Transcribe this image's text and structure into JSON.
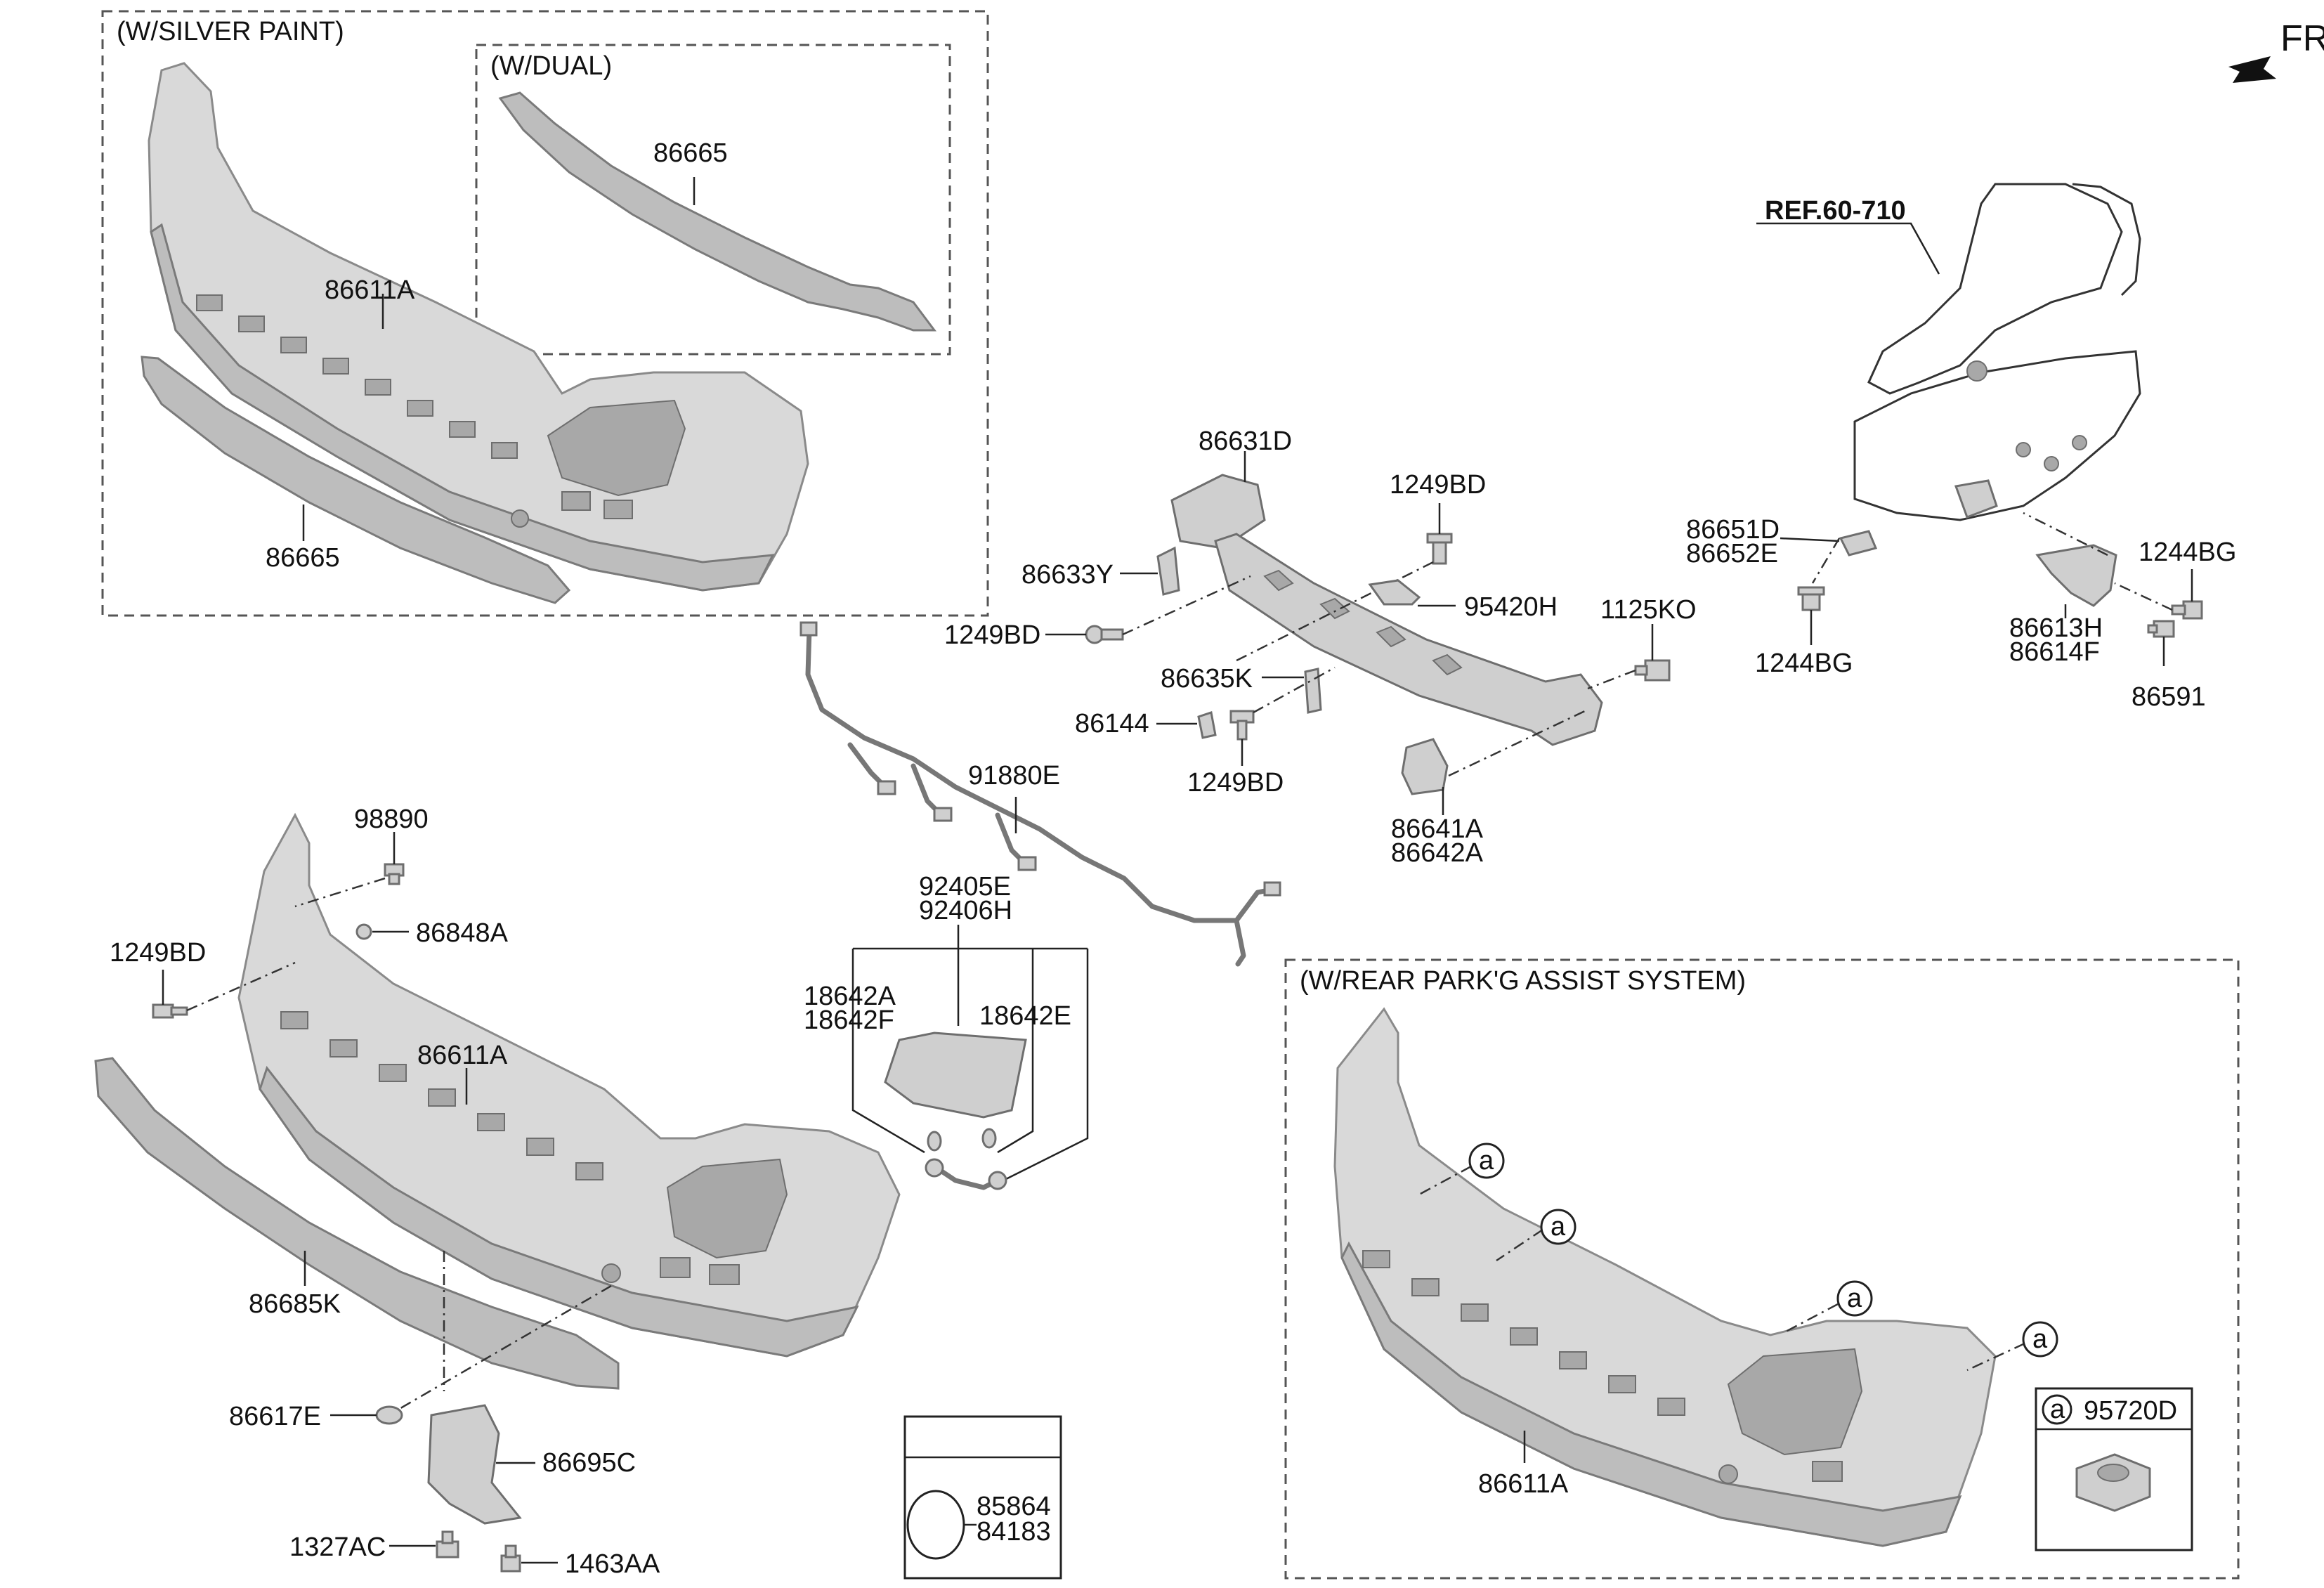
{
  "header": {
    "front_marker": "FR"
  },
  "groups": {
    "silver_paint": "(W/SILVER PAINT)",
    "dual": "(W/DUAL)",
    "park_assist": "(W/REAR PARK'G ASSIST SYSTEM)"
  },
  "reference": "REF.60-710",
  "circle_marker": "a",
  "parts": {
    "silver_86665_dual": "86665",
    "silver_86611A": "86611A",
    "silver_86665": "86665",
    "p86631D": "86631D",
    "p1249BD_top": "1249BD",
    "p86633Y": "86633Y",
    "p95420H": "95420H",
    "p1125KO": "1125KO",
    "p1249BD_mid": "1249BD",
    "p86635K": "86635K",
    "p86144": "86144",
    "p1249BD_low": "1249BD",
    "p86641A": "86641A",
    "p86642A": "86642A",
    "p86651D": "86651D",
    "p86652E": "86652E",
    "p1244BG_left": "1244BG",
    "p1244BG_right": "1244BG",
    "p86613H": "86613H",
    "p86614F": "86614F",
    "p86591": "86591",
    "p91880E": "91880E",
    "p98890": "98890",
    "p86848A": "86848A",
    "p1249BD_left": "1249BD",
    "p86611A": "86611A",
    "p86685K": "86685K",
    "p92405E": "92405E",
    "p92406H": "92406H",
    "p18642A": "18642A",
    "p18642F": "18642F",
    "p18642E": "18642E",
    "p86617E": "86617E",
    "p86695C": "86695C",
    "p1327AC": "1327AC",
    "p1463AA": "1463AA",
    "p85864": "85864",
    "p84183": "84183",
    "pas_86611A": "86611A",
    "p95720D": "95720D"
  }
}
